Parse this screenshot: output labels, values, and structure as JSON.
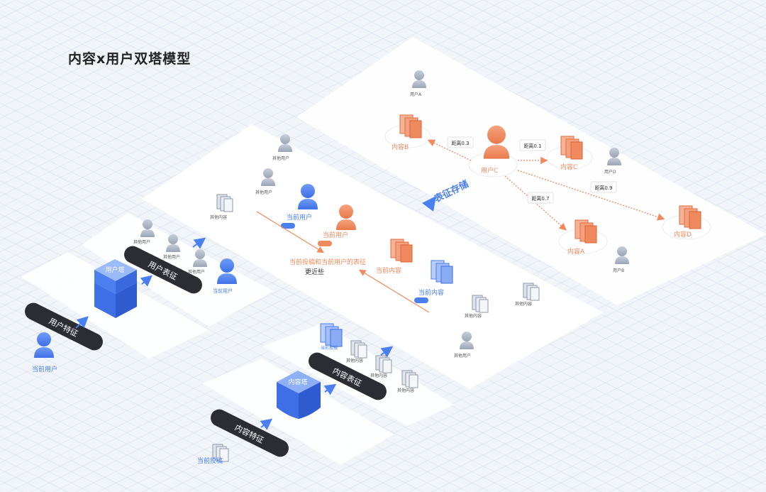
{
  "title": "内容x用户双塔模型",
  "colors": {
    "blue": "#4a7ff0",
    "orange": "#ef8a5e",
    "gray": "#aab3c2",
    "dark": "#2b2d33"
  },
  "pills": {
    "user_feature": "用户特征",
    "user_embedding": "用户表征",
    "content_feature": "内容特征",
    "content_embedding": "内容表征"
  },
  "towers": {
    "user_tower": "用户塔",
    "content_tower": "内容塔"
  },
  "labels": {
    "current_user": "当前用户",
    "current_post": "当前投稿",
    "other_user": "其他用户",
    "other_content": "其他内容",
    "current_content": "当前内容",
    "storage": "表征存储",
    "goal_line1": "当前投稿和当前用户的表征",
    "goal_line2": "更近些",
    "user_a": "用户A",
    "user_b": "用户B",
    "user_c": "用户C",
    "user_d": "用户D",
    "content_a": "内容A",
    "content_b": "内容B",
    "content_c": "内容C",
    "content_d": "内容D"
  },
  "distances": {
    "to_b": "距离0.3",
    "to_c": "距离0.1",
    "to_a": "距离0.7",
    "to_d": "距离0.9"
  }
}
